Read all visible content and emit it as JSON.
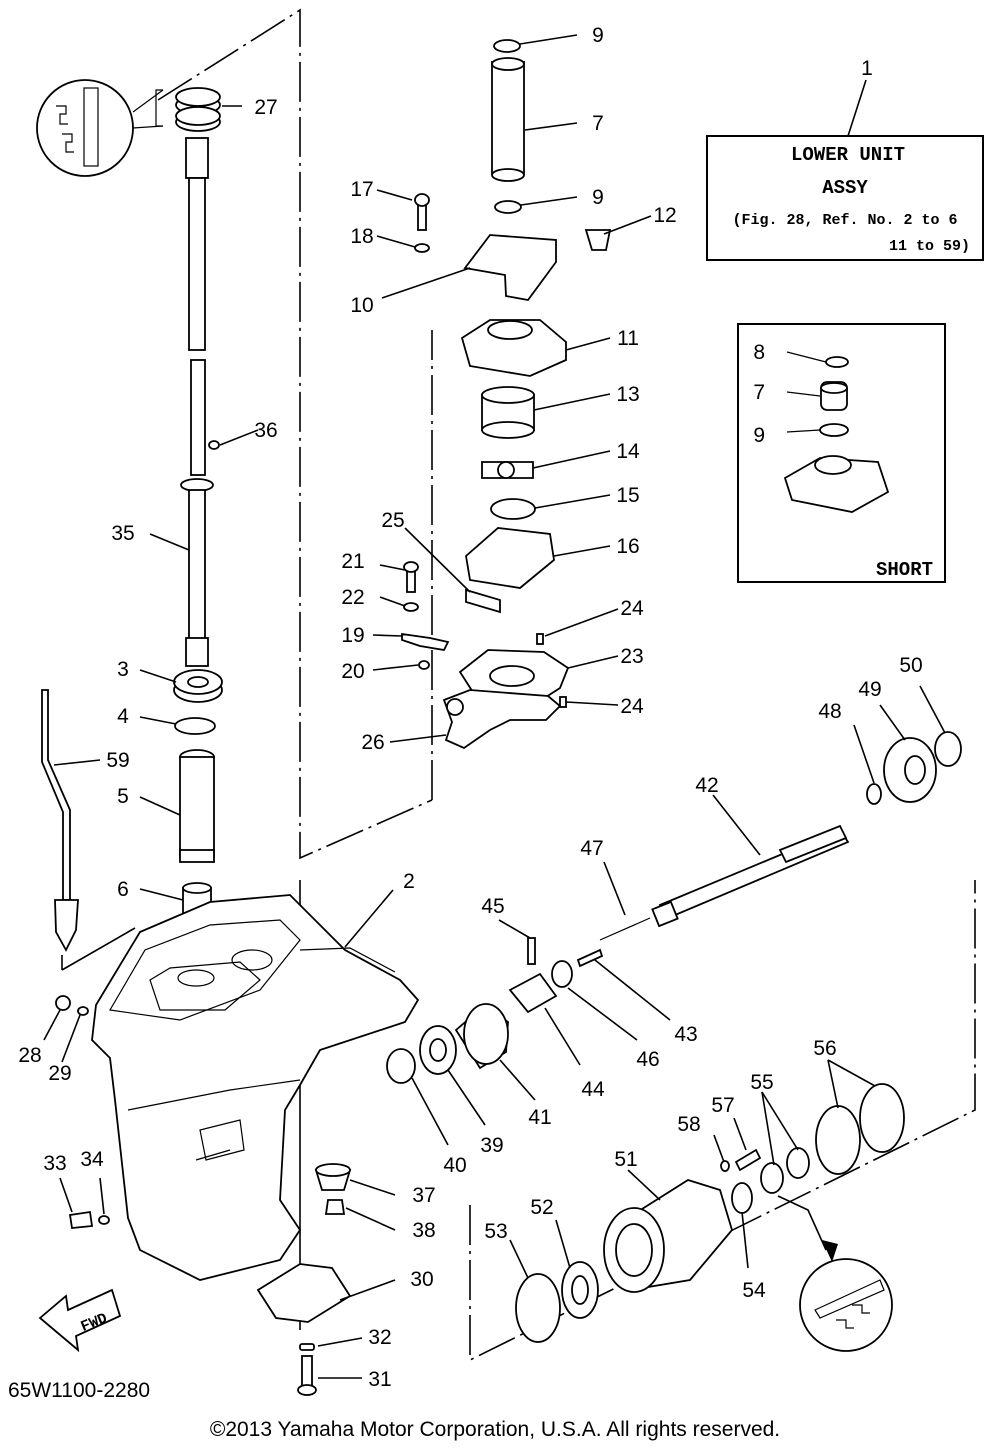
{
  "diagram": {
    "code": "65W1100-2280",
    "copyright": "©2013 Yamaha Motor Corporation, U.S.A. All rights reserved.",
    "assy_box": {
      "ref": "1",
      "line1": "LOWER UNIT",
      "line2": "ASSY",
      "line3": "(Fig. 28, Ref. No. 2 to 6",
      "line4": "11 to 59)"
    },
    "short_box": {
      "title": "SHORT",
      "labels": [
        "8",
        "7",
        "9"
      ]
    },
    "fwd_label": "FWD",
    "callouts": [
      "1",
      "2",
      "3",
      "4",
      "5",
      "6",
      "7",
      "9",
      "9",
      "10",
      "11",
      "12",
      "13",
      "14",
      "15",
      "16",
      "17",
      "18",
      "19",
      "20",
      "21",
      "22",
      "23",
      "24",
      "24",
      "25",
      "26",
      "27",
      "28",
      "29",
      "30",
      "31",
      "32",
      "33",
      "34",
      "35",
      "36",
      "37",
      "38",
      "39",
      "40",
      "41",
      "42",
      "43",
      "44",
      "45",
      "46",
      "47",
      "48",
      "49",
      "50",
      "51",
      "52",
      "53",
      "54",
      "55",
      "56",
      "57",
      "58",
      "59"
    ]
  }
}
